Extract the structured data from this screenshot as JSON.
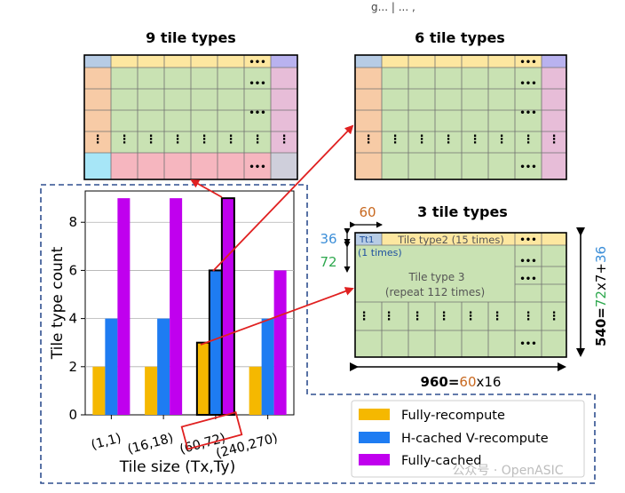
{
  "header_fragment": "g... | ... ,",
  "panels": {
    "nine": {
      "title": "9 tile types"
    },
    "six": {
      "title": "6 tile types"
    },
    "three": {
      "title": "3 tile types",
      "dim_top": "60",
      "dim_left_a": "36",
      "dim_left_b": "72",
      "tile1": "Tt1",
      "tile1_note": "(1 times)",
      "tile2": "Tile type2  (15 times)",
      "tile3_a": "Tile type 3",
      "tile3_b": "(repeat 112 times)",
      "width_label": {
        "a": "960=",
        "b": "60",
        "c": "x16"
      },
      "height_label": {
        "a": "540=",
        "b": "72",
        "c": "x7+",
        "d": "36"
      }
    }
  },
  "dots": {
    "h": "•••",
    "v": "⋮"
  },
  "legend": {
    "items": [
      {
        "label": "Fully-recompute",
        "color": "#f5b800"
      },
      {
        "label": "H-cached V-recompute",
        "color": "#1e7cf2"
      },
      {
        "label": "Fully-cached",
        "color": "#c000ee"
      }
    ]
  },
  "watermark": "公众号 · OpenASIC",
  "colors": {
    "green": "#c9e2b3",
    "orange": "#f7cba6",
    "yellow": "#fde7a0",
    "blue_tile": "#b7cce5",
    "purple": "#e7bdd8",
    "lilac": "#b9b2ef",
    "cyan": "#a7e6f7",
    "pink": "#f6b6bf",
    "gray": "#cfcfdb",
    "arrow": "#e02020",
    "dash": "#2f4f8f",
    "dim_blue": "#3b8ed8",
    "dim_green": "#2ea84e",
    "dim_orange": "#c8681f"
  },
  "chart_data": {
    "type": "bar",
    "categories": [
      "(1,1)",
      "(16,18)",
      "(60,72)",
      "(240,270)"
    ],
    "series": [
      {
        "name": "Fully-recompute",
        "values": [
          2,
          2,
          3,
          2
        ],
        "color": "#f5b800"
      },
      {
        "name": "H-cached V-recompute",
        "values": [
          4,
          4,
          6,
          4
        ],
        "color": "#1e7cf2"
      },
      {
        "name": "Fully-cached",
        "values": [
          9,
          9,
          9,
          6
        ],
        "color": "#c000ee"
      }
    ],
    "highlighted_category": "(60,72)",
    "xlabel": "Tile size (Tx,Ty)",
    "ylabel": "Tile type count",
    "ylim": [
      0,
      9.3
    ],
    "yticks": [
      0,
      2,
      4,
      6,
      8
    ],
    "grid": true
  }
}
